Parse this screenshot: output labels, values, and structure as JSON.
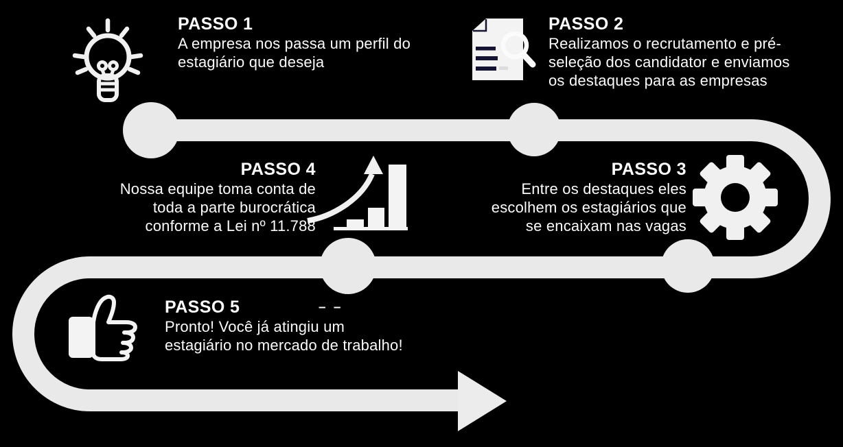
{
  "canvas": {
    "background_color": "#000000",
    "path_color": "#e9e9e9",
    "icon_color": "#f1f1f1",
    "text_color": "#fcfcfc",
    "doc_line_color": "#141432"
  },
  "steps": {
    "step1": {
      "icon": "lightbulb-icon",
      "title": "PASSO 1",
      "line1": "A empresa nos passa um perfil do",
      "line2": "estagiário que deseja"
    },
    "step2": {
      "icon": "document-search-icon",
      "title": "PASSO 2",
      "line1": "Realizamos o recrutamento e pré-",
      "line2": "seleção dos candidator e enviamos",
      "line3": "os destaques para as empresas"
    },
    "step3": {
      "icon": "gear-icon",
      "title": "PASSO 3",
      "line1": "Entre os destaques eles",
      "line2": "escolhem os estagiários que",
      "line3": "se encaixam nas vagas"
    },
    "step4": {
      "icon": "growth-chart-icon",
      "title": "PASSO 4",
      "line1": "Nossa equipe toma conta de",
      "line2": "toda a parte burocrática",
      "line3": "conforme a Lei nº 11.788"
    },
    "step5": {
      "icon": "thumbs-up-icon",
      "title": "PASSO 5",
      "dash": "– –",
      "line1": "Pronto! Você já atingiu um",
      "line2": "estagiário no mercado de trabalho!"
    }
  }
}
